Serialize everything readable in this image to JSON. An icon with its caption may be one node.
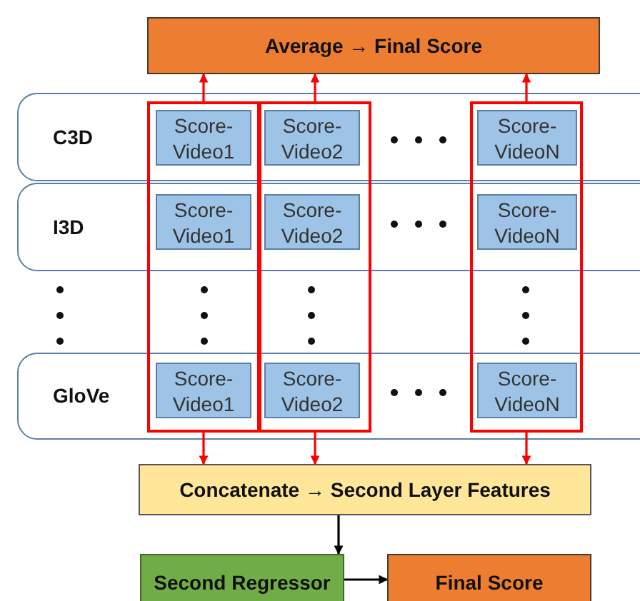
{
  "diagram": {
    "nodes": [
      {
        "text": [
          "Average → Final Score"
        ]
      },
      {
        "text": [
          "C3D"
        ]
      },
      {
        "text": [
          "I3D"
        ]
      },
      {
        "text": [
          "GloVe"
        ]
      },
      {
        "text": [],
        "shape": "box"
      },
      {
        "text": [],
        "shape": "box"
      },
      {
        "text": [],
        "shape": "box"
      },
      {
        "text": [
          "Score-Video1"
        ]
      },
      {
        "text": [
          "Score-Video2"
        ]
      },
      {
        "text": [
          "Score-VideoN"
        ]
      },
      {
        "text": [
          "Score-Video1"
        ]
      },
      {
        "text": [
          "Score-Video2"
        ]
      },
      {
        "text": [
          "Score-VideoN"
        ]
      },
      {
        "text": [
          "Score-Video1"
        ]
      },
      {
        "text": [
          "Score-Video2"
        ]
      },
      {
        "text": [
          "Score-VideoN"
        ]
      },
      {
        "text": [
          "Concatenate → Second Layer Features"
        ]
      },
      {
        "text": [
          "Second Regressor"
        ]
      },
      {
        "text": [
          "Final Score"
        ]
      }
    ],
    "edges": [
      {
        "from": 4,
        "to": 0,
        "arrow": "to"
      },
      {
        "from": 5,
        "to": 0,
        "arrow": "to"
      },
      {
        "from": 6,
        "to": 0,
        "arrow": "to"
      },
      {
        "from": 4,
        "to": 16,
        "arrow": "to"
      },
      {
        "from": 5,
        "to": 16,
        "arrow": "to"
      },
      {
        "from": 6,
        "to": 16,
        "arrow": "to"
      },
      {
        "from": 16,
        "to": 17,
        "arrow": "to",
        "color": "#000000"
      },
      {
        "from": 17,
        "to": 18,
        "arrow": "to",
        "color": "#000000"
      }
    ]
  }
}
